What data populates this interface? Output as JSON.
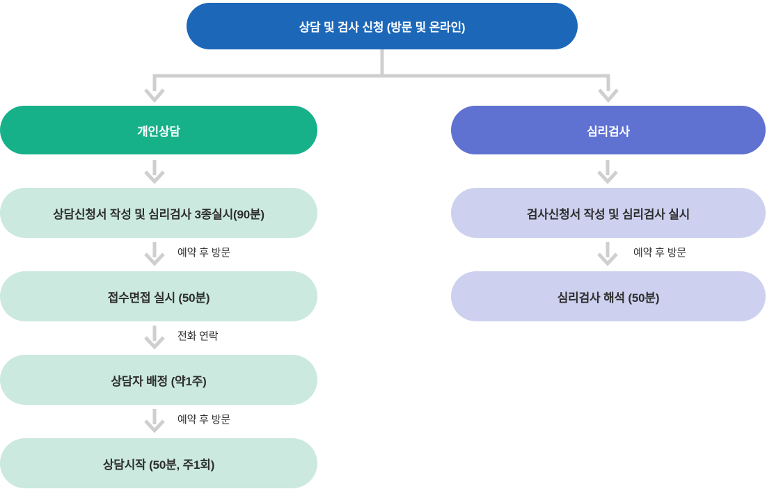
{
  "flowchart": {
    "title_pill": {
      "label": "상담 및 검사 신청 (방문 및 온라인)",
      "color": "#1c67b8",
      "text_color": "#ffffff"
    },
    "connector_color": "#cfcfcf",
    "step_text_color": "#2d2d2d",
    "branches": [
      {
        "name": "개인상담",
        "header_color": "#17b189",
        "step_color": "#cbe9de",
        "steps": [
          {
            "connector_label": "",
            "label": "상담신청서 작성 및 심리검사 3종실시(90분)"
          },
          {
            "connector_label": "예약 후 방문",
            "label": "접수면접 실시 (50분)"
          },
          {
            "connector_label": "전화 연락",
            "label": "상담자 배정 (약1주)"
          },
          {
            "connector_label": "예약 후 방문",
            "label": "상담시작 (50분, 주1회)"
          }
        ]
      },
      {
        "name": "심리검사",
        "header_color": "#5f71d1",
        "step_color": "#cdd1ef",
        "steps": [
          {
            "connector_label": "",
            "label": "검사신청서 작성 및 심리검사 실시"
          },
          {
            "connector_label": "예약 후 방문",
            "label": "심리검사 해석 (50분)"
          }
        ]
      }
    ]
  }
}
